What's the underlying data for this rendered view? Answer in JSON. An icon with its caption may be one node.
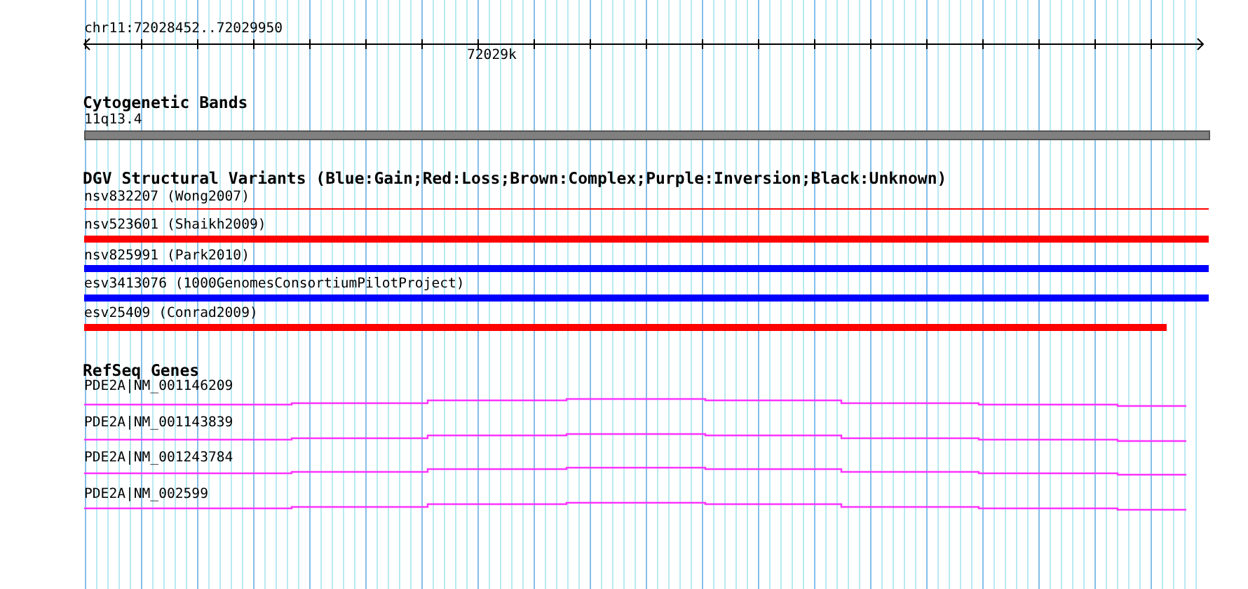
{
  "diagram": {
    "labels": [
      "chr11:72028452..72029950",
      "72029k",
      "Cytogenetic Bands",
      "11q13.4",
      "DGV Structural Variants (Blue:Gain;Red:Loss;Brown:Complex;Purple:Inversion;Black:Unknown)",
      "nsv832207 (Wong2007)",
      "nsv523601 (Shaikh2009)",
      "nsv825991 (Park2010)",
      "esv3413076 (1000GenomesConsortiumPilotProject)",
      "esv25409 (Conrad2009)",
      "RefSeq Genes",
      "PDE2A|NM_001146209",
      "PDE2A|NM_001143839",
      "PDE2A|NM_001243784",
      "PDE2A|NM_002599"
    ]
  }
}
